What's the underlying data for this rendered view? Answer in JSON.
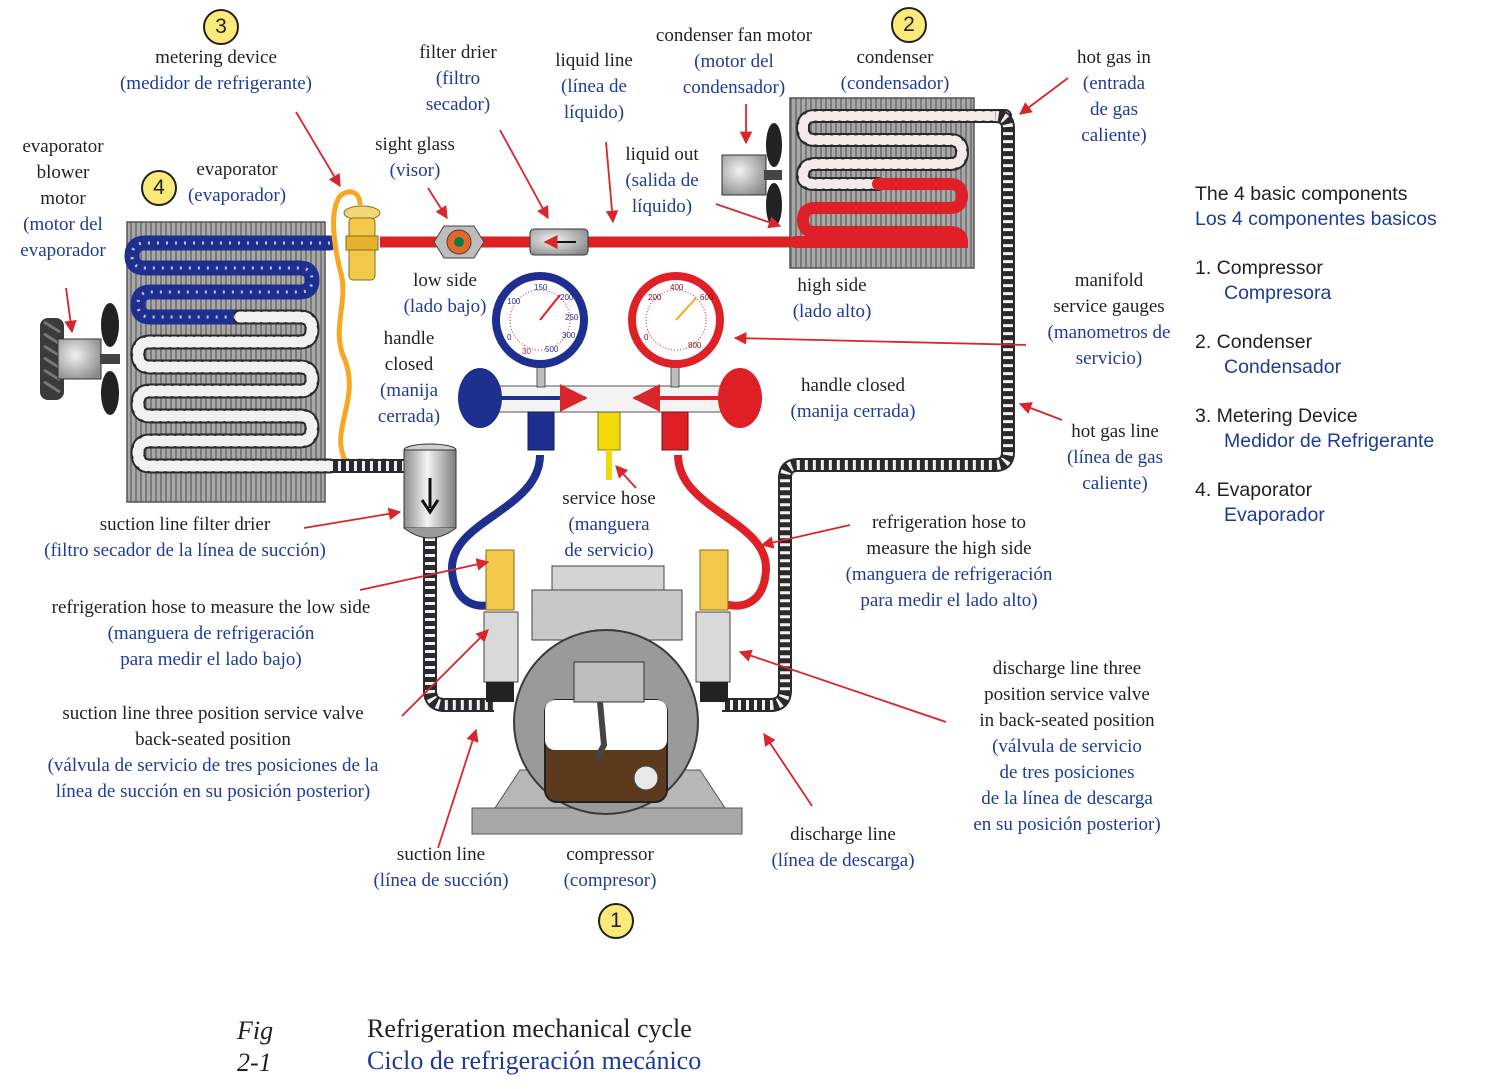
{
  "colors": {
    "label_english": "#231f20",
    "label_spanish": "#1e3c96",
    "high_pressure": "#e02027",
    "low_pressure": "#1f2f8f",
    "liquid_line": "#e02027",
    "metering_tube": "#f7a823",
    "coil_fin": "#9a9a9a",
    "badge_fill": "#fbe97a",
    "oil": "#5b3a1e",
    "service_hose": "#f4d90a"
  },
  "badges": {
    "compressor": "1",
    "condenser": "2",
    "metering": "3",
    "evaporator": "4"
  },
  "labels": {
    "metering_device": {
      "en": "metering device",
      "es": "(medidor de refrigerante)"
    },
    "filter_drier": {
      "en": "filter drier",
      "es1": "(filtro",
      "es2": "secador)"
    },
    "liquid_line": {
      "en": "liquid line",
      "es1": "(línea de",
      "es2": "líquido)"
    },
    "condenser_fan_motor": {
      "en": "condenser fan motor",
      "es1": "(motor del",
      "es2": "condensador)"
    },
    "condenser": {
      "en": "condenser",
      "es": "(condensador)"
    },
    "hot_gas_in": {
      "en": "hot gas in",
      "es1": "(entrada",
      "es2": "de gas",
      "es3": "caliente)"
    },
    "evaporator_blower_motor": {
      "en1": "evaporator",
      "en2": "blower",
      "en3": "motor",
      "es1": "(motor del",
      "es2": "evaporador"
    },
    "evaporator": {
      "en": "evaporator",
      "es": "(evaporador)"
    },
    "sight_glass": {
      "en": "sight glass",
      "es": "(visor)"
    },
    "liquid_out": {
      "en": "liquid out",
      "es1": "(salida de",
      "es2": "líquido)"
    },
    "low_side": {
      "en": "low side",
      "es": "(lado bajo)"
    },
    "high_side": {
      "en": "high side",
      "es": "(lado alto)"
    },
    "manifold_gauges": {
      "en1": "manifold",
      "en2": "service gauges",
      "es1": "(manometros de",
      "es2": "servicio)"
    },
    "handle_closed_left": {
      "en1": "handle",
      "en2": "closed",
      "es1": "(manija",
      "es2": "cerrada)"
    },
    "handle_closed_right": {
      "en": "handle closed",
      "es": "(manija cerrada)"
    },
    "hot_gas_line": {
      "en": "hot gas line",
      "es1": "(línea de gas",
      "es2": "caliente)"
    },
    "suction_filter_drier": {
      "en": "suction line filter drier",
      "es": "(filtro secador de la línea de succión)"
    },
    "service_hose": {
      "en": "service hose",
      "es1": "(manguera",
      "es2": "de servicio)"
    },
    "hose_high": {
      "en1": "refrigeration hose to",
      "en2": "measure  the high side",
      "es1": "(manguera de refrigeración",
      "es2": "para medir el lado alto)"
    },
    "hose_low": {
      "en": "refrigeration hose  to measure  the low side",
      "es1": "(manguera de refrigeración",
      "es2": "para medir el lado bajo)"
    },
    "discharge_valve": {
      "en1": "discharge line  three",
      "en2": "position service valve",
      "en3": "in back-seated position",
      "es1": "(válvula de servicio",
      "es2": "de tres posiciones",
      "es3": "de la línea de descarga",
      "es4": "en su posición posterior)"
    },
    "suction_valve": {
      "en1": "suction line three position service valve",
      "en2": "back-seated position",
      "es1": "(válvula de servicio de tres posiciones de la",
      "es2": "línea de succión en su posición posterior)"
    },
    "discharge_line": {
      "en": "discharge  line",
      "es": "(línea de descarga)"
    },
    "suction_line": {
      "en": "suction line",
      "es": "(línea de succión)"
    },
    "compressor": {
      "en": "compressor",
      "es": "(compresor)"
    }
  },
  "gauges": {
    "low": {
      "ticks": [
        "100",
        "150",
        "200",
        "250",
        "300",
        "500",
        "30",
        "0"
      ]
    },
    "high": {
      "ticks": [
        "200",
        "400",
        "600",
        "800",
        "0"
      ]
    }
  },
  "legend": {
    "heading_en": "The 4 basic components",
    "heading_es": "Los 4 componentes basicos",
    "items": [
      {
        "en": "1. Compressor",
        "es": "Compresora"
      },
      {
        "en": "2. Condenser",
        "es": "Condensador"
      },
      {
        "en": "3. Metering Device",
        "es": "Medidor de Refrigerante"
      },
      {
        "en": "4. Evaporator",
        "es": "Evaporador"
      }
    ]
  },
  "caption": {
    "fig": "Fig 2-1",
    "title_en": "Refrigeration mechanical cycle",
    "title_es": "Ciclo de refrigeración mecánico"
  }
}
